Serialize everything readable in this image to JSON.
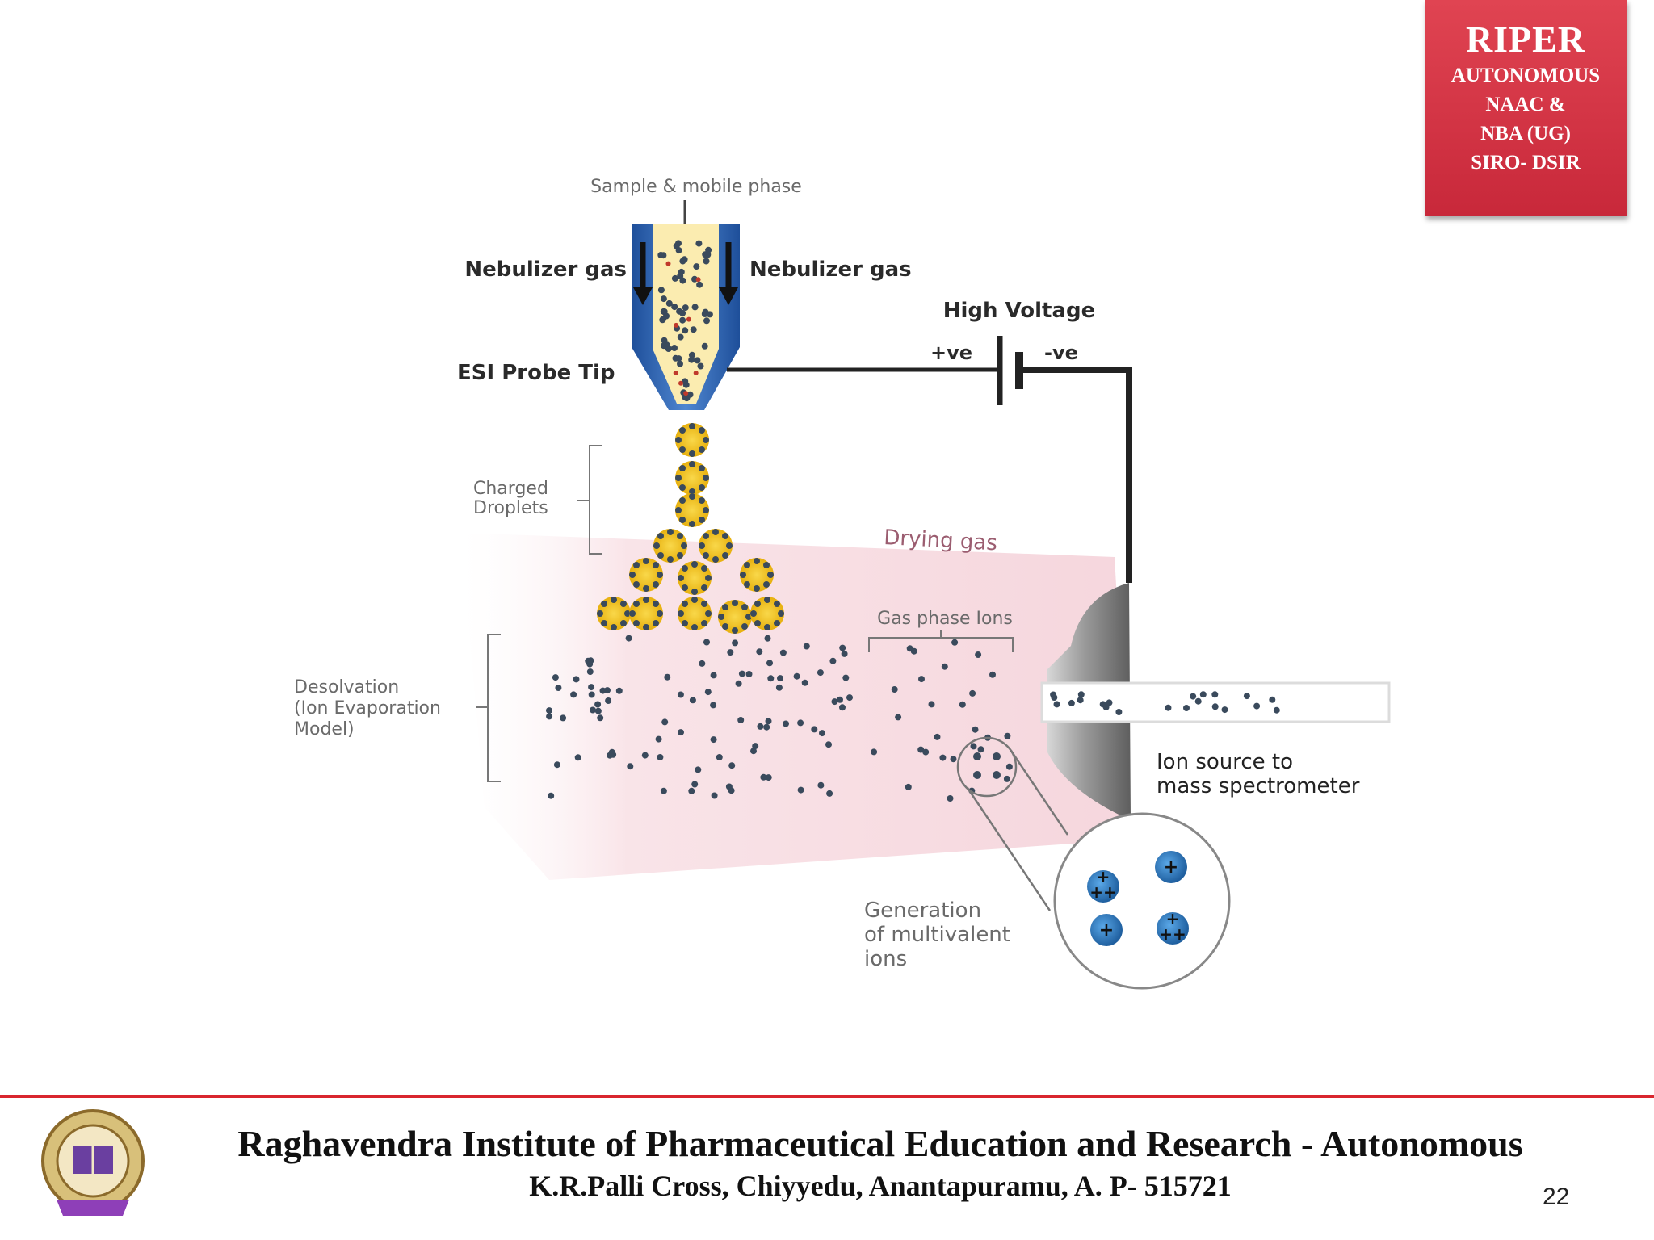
{
  "badge": {
    "title": "RIPER",
    "line1": "AUTONOMOUS",
    "line2": "NAAC &",
    "line3": "NBA (UG)",
    "line4": "SIRO- DSIR"
  },
  "diagram": {
    "sample_label": "Sample & mobile phase",
    "nebulizer_left": "Nebulizer gas",
    "nebulizer_right": "Nebulizer gas",
    "high_voltage": "High Voltage",
    "plus_ve": "+ve",
    "minus_ve": "-ve",
    "esi_probe": "ESI Probe Tip",
    "charged_droplets_1": "Charged",
    "charged_droplets_2": "Droplets",
    "drying_gas": "Drying gas",
    "gas_phase_ions": "Gas phase Ions",
    "desolvation_1": "Desolvation",
    "desolvation_2": "(Ion Evaporation",
    "desolvation_3": "Model)",
    "ion_source_1": "Ion source to",
    "ion_source_2": "mass spectrometer",
    "multivalent_1": "Generation",
    "multivalent_2": "of multivalent",
    "multivalent_3": "ions",
    "charges": [
      "+",
      "++",
      "+",
      "+",
      "+",
      "++"
    ]
  },
  "footer": {
    "institute": "Raghavendra Institute of Pharmaceutical Education and Research - Autonomous",
    "address": "K.R.Palli Cross, Chiyyedu, Anantapuramu, A. P- 515721",
    "page_number": "22"
  },
  "colors": {
    "accent_red": "#d9262e",
    "probe_blue": "#2e5fa8",
    "droplet_yellow": "#f2c418",
    "ion_dark": "#3a4a5c",
    "ion_blue": "#2f7fc4",
    "drying_pink": "#f6d6dc"
  }
}
